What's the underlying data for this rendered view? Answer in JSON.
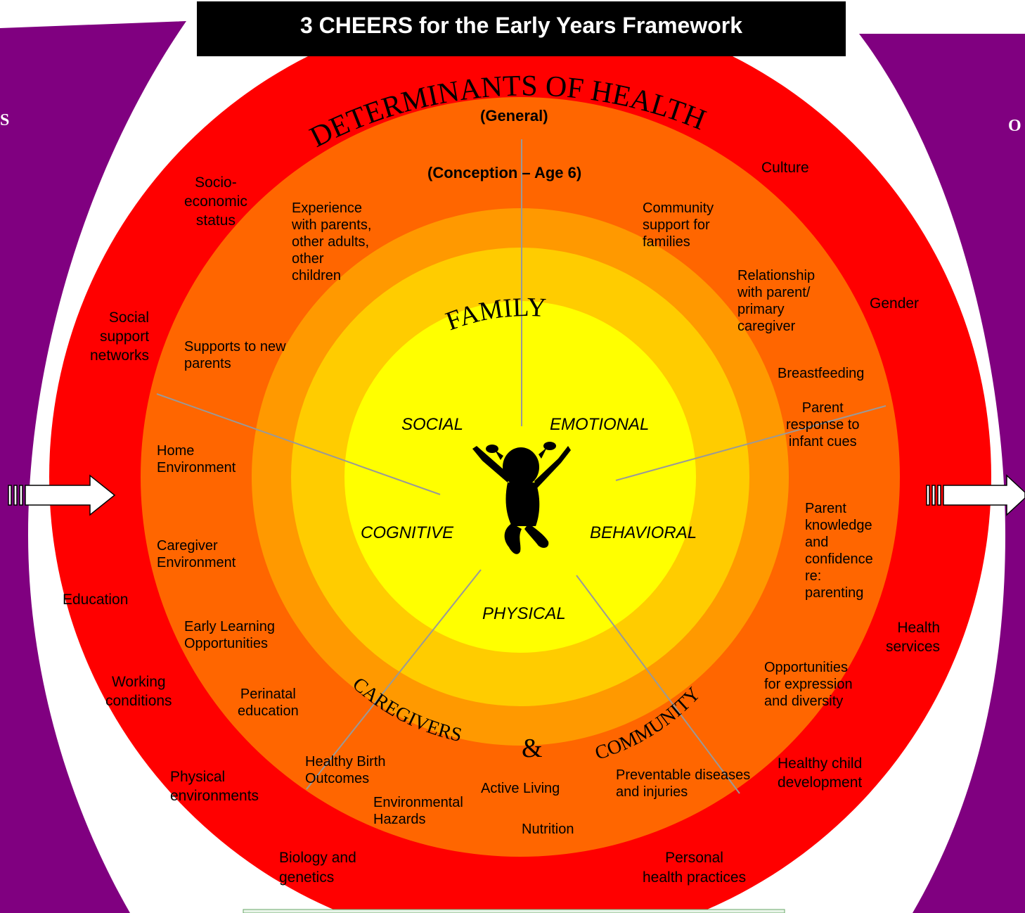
{
  "title": "3 CHEERS for the Early Years Framework",
  "colors": {
    "outer_ring": "#ff0000",
    "middle_ring": "#ff6600",
    "ring_3": "#ff9900",
    "ring_4": "#ffcc00",
    "core": "#ffff00",
    "side_panels": "#800080",
    "title_bar": "#000000",
    "spokes": "#999999"
  },
  "arcs": {
    "outer": "DETERMINANTS OF HEALTH",
    "family": "FAMILY",
    "caregivers": "CAREGIVERS",
    "community": "COMMUNITY"
  },
  "headers": {
    "general": "(General)",
    "age": "(Conception – Age 6)"
  },
  "ampersand": "&",
  "side_text": {
    "left": "S",
    "right": "O"
  },
  "domains": {
    "social": "SOCIAL",
    "emotional": "EMOTIONAL",
    "cognitive": "COGNITIVE",
    "behavioral": "BEHAVIORAL",
    "physical": "PHYSICAL"
  },
  "general_determinants": {
    "socio_economic": "Socio-\neconomic\nstatus",
    "culture": "Culture",
    "social_support": "Social\nsupport\nnetworks",
    "gender": "Gender",
    "education": "Education",
    "health_services": "Health\nservices",
    "working_conditions": "Working\nconditions",
    "physical_environments": "Physical\nenvironments",
    "healthy_child": "Healthy child\ndevelopment",
    "biology": "Biology and\ngenetics",
    "personal_health": "Personal\nhealth practices"
  },
  "early_years_factors": {
    "experience": "Experience\nwith parents,\nother adults,\nother\nchildren",
    "community_support": "Community\nsupport for\nfamilies",
    "relationship": "Relationship\nwith parent/\nprimary\ncaregiver",
    "supports_new_parents": "Supports to new\nparents",
    "breastfeeding": "Breastfeeding",
    "parent_response": "Parent\nresponse to\ninfant cues",
    "home_environment": "Home\nEnvironment",
    "parent_knowledge": "Parent\nknowledge\nand\nconfidence\nre:\nparenting",
    "caregiver_environment": "Caregiver\nEnvironment",
    "early_learning": "Early Learning\nOpportunities",
    "opportunities_expression": "Opportunities\nfor expression\nand diversity",
    "perinatal": "Perinatal\neducation",
    "healthy_birth": "Healthy Birth\nOutcomes",
    "active_living": "Active Living",
    "preventable": "Preventable diseases\nand injuries",
    "environmental_hazards": "Environmental\nHazards",
    "nutrition": "Nutrition"
  }
}
